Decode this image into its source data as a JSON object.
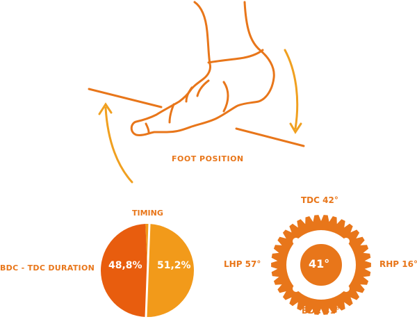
{
  "foot": {
    "label": "FOOT POSITION"
  },
  "timing": {
    "title": "TIMING",
    "duration_label": "BDC - TDC DURATION",
    "slices": [
      {
        "label": "48,8%",
        "value": 48.8,
        "color": "#e85d0e"
      },
      {
        "label": "51,2%",
        "value": 51.2,
        "color": "#f29a1a"
      }
    ]
  },
  "chainring": {
    "center": "41°",
    "tdc": "TDC 42°",
    "bdc": "BDC 31°",
    "lhp": "LHP 57°",
    "rhp": "RHP 16°",
    "color": "#e8761a"
  },
  "colors": {
    "line": "#e8761a",
    "arrow": "#f0a020"
  }
}
